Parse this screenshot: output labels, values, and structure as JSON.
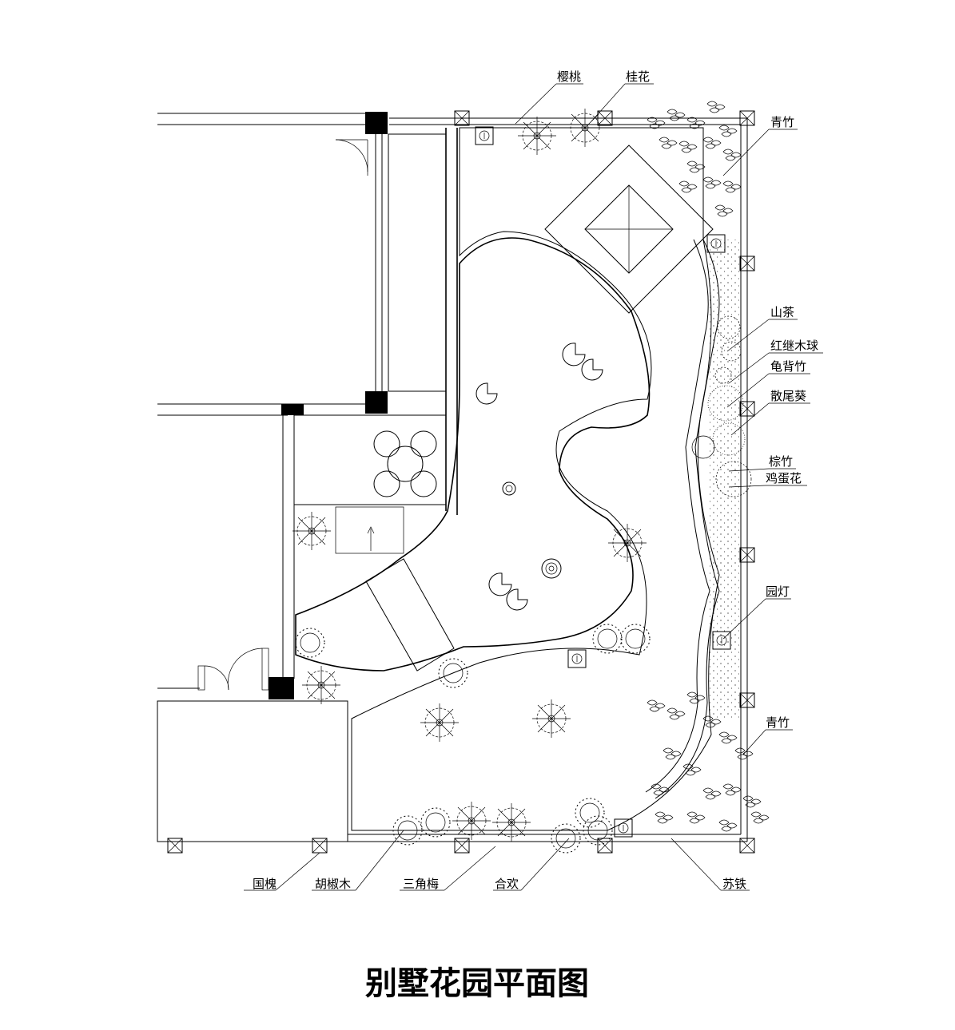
{
  "title": "别墅花园平面图",
  "labels": {
    "cherry": "樱桃",
    "osmanthus": "桂花",
    "green_bamboo_top": "青竹",
    "camellia": "山茶",
    "loropetalum_ball": "红继木球",
    "monstera": "龟背竹",
    "fan_palm": "散尾葵",
    "palm_bamboo": "棕竹",
    "frangipani": "鸡蛋花",
    "garden_lamp": "园灯",
    "green_bamboo_bottom": "青竹",
    "pagoda_tree": "国槐",
    "pepper_tree": "胡椒木",
    "bougainvillea": "三角梅",
    "albizia": "合欢",
    "cycad": "苏铁"
  },
  "icons": [
    "garden-lamp-icon",
    "lotus-leaf-icon",
    "tree-symbol-icon",
    "shrub-symbol-icon",
    "bamboo-symbol-icon"
  ]
}
